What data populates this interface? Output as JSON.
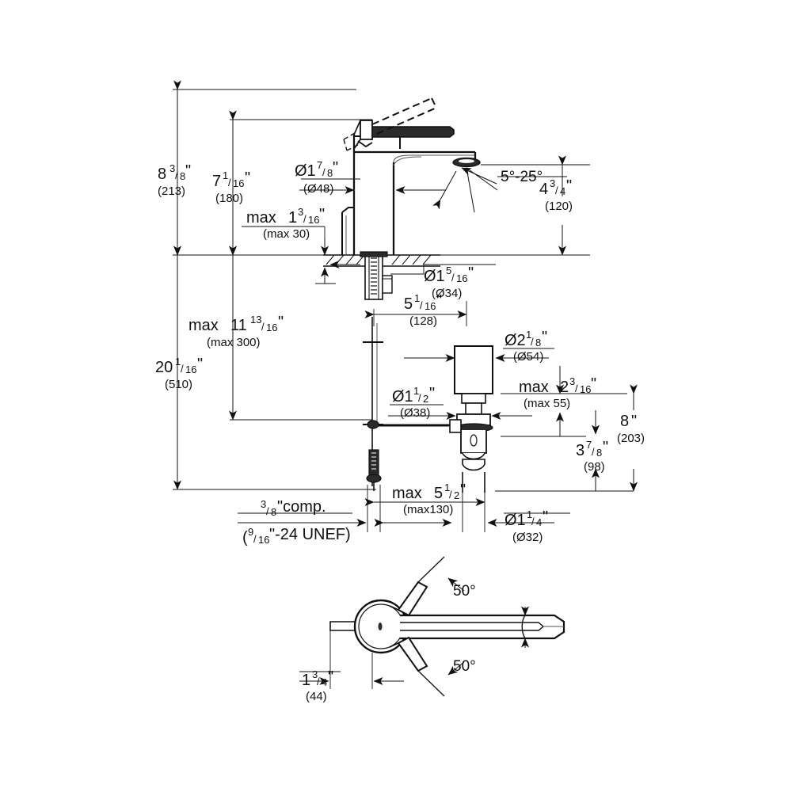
{
  "drawing": {
    "type": "technical-dimension-drawing",
    "subject": "single-lever basin mixer faucet with pop-up drain",
    "views": [
      {
        "name": "elevation-view",
        "label": ""
      },
      {
        "name": "plan-view",
        "label": ""
      }
    ]
  },
  "dimensions": {
    "overall_height_from_spout": {
      "name": "height-8-3-8",
      "whole": "8",
      "num": "3",
      "den": "8",
      "unit": "\"",
      "prefix": "",
      "metric": "(213)"
    },
    "spout_height": {
      "name": "height-7-1-16",
      "whole": "7",
      "num": "1",
      "den": "16",
      "unit": "\"",
      "prefix": "",
      "metric": "(180)"
    },
    "body_diameter": {
      "name": "dia-1-7-8",
      "whole": "Ø1",
      "num": "7",
      "den": "8",
      "unit": "\"",
      "prefix": "",
      "metric": "(Ø48)"
    },
    "max_deck_thickness": {
      "name": "max-1-3-16",
      "whole": "1",
      "num": "3",
      "den": "16",
      "unit": "\"",
      "prefix": "max ",
      "metric": "(max 30)"
    },
    "spray_angle": {
      "name": "spray-angle",
      "text": "5°-25°"
    },
    "spout_reach_height": {
      "name": "height-4-3-4",
      "whole": "4",
      "num": "3",
      "den": "4",
      "unit": "\"",
      "prefix": "",
      "metric": "(120)"
    },
    "shank_hole_diameter": {
      "name": "dia-1-5-16",
      "whole": "Ø1",
      "num": "5",
      "den": "16",
      "unit": "\"",
      "prefix": "",
      "metric": "(Ø34)"
    },
    "spout_projection": {
      "name": "reach-5-1-16",
      "whole": "5",
      "num": "1",
      "den": "16",
      "unit": "\"",
      "prefix": "",
      "metric": "(128)"
    },
    "max_supply_depth": {
      "name": "max-11-13-16",
      "whole": "11",
      "num": "13",
      "den": "16",
      "unit": "\"",
      "prefix": "max ",
      "metric": "(max 300)"
    },
    "overall_total_height": {
      "name": "height-20-1-16",
      "whole": "20",
      "num": "1",
      "den": "16",
      "unit": "\"",
      "prefix": "",
      "metric": "(510)"
    },
    "drain_flange_diameter": {
      "name": "dia-2-1-8",
      "whole": "Ø2",
      "num": "1",
      "den": "8",
      "unit": "\"",
      "prefix": "",
      "metric": "(Ø54)"
    },
    "drain_body_diameter": {
      "name": "dia-1-1-2",
      "whole": "Ø1",
      "num": "1",
      "den": "2",
      "unit": "\"",
      "prefix": "",
      "metric": "(Ø38)"
    },
    "max_basin_thickness": {
      "name": "max-2-3-16",
      "whole": "2",
      "num": "3",
      "den": "16",
      "unit": "\"",
      "prefix": "max ",
      "metric": "(max 55)"
    },
    "drain_to_tailpiece": {
      "name": "height-3-7-8",
      "whole": "3",
      "num": "7",
      "den": "8",
      "unit": "\"",
      "prefix": "",
      "metric": "(98)"
    },
    "drain_total_height": {
      "name": "height-8-in",
      "whole": "8",
      "num": "",
      "den": "",
      "unit": "\"",
      "prefix": "",
      "metric": "(203)"
    },
    "supply_connection": {
      "name": "supply-connection",
      "line1_num": "3",
      "line1_den": "8",
      "line1_text": "\"comp.",
      "line2_open": "(",
      "line2_num": "9",
      "line2_den": "16",
      "line2_text": "\"-24 UNEF)"
    },
    "max_drain_offset": {
      "name": "max-5-1-2",
      "whole": "5",
      "num": "1",
      "den": "2",
      "unit": "\"",
      "prefix": "max ",
      "metric": "(max130)"
    },
    "tailpiece_diameter": {
      "name": "dia-1-1-4",
      "whole": "Ø1",
      "num": "1",
      "den": "4",
      "unit": "\"",
      "prefix": "",
      "metric": "(Ø32)"
    },
    "handle_swing_upper": {
      "name": "angle-upper",
      "text": "50°"
    },
    "handle_swing_lower": {
      "name": "angle-lower",
      "text": "50°"
    },
    "plan_offset": {
      "name": "plan-1-3-4",
      "whole": "1",
      "num": "3",
      "den": "4",
      "unit": "\"",
      "prefix": "",
      "metric": "(44)"
    }
  },
  "colors": {
    "line": "#1a1a1a",
    "thin": "#555555",
    "background": "#ffffff"
  }
}
